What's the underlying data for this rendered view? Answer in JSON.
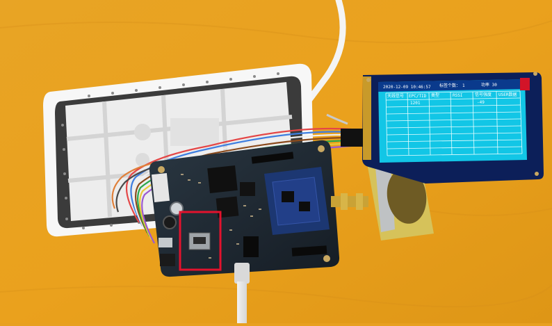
{
  "screen": {
    "status_line": {
      "datetime": "2020-12-09 10:46:57",
      "label": "标签个数：",
      "count": "1",
      "mode": "功率 30"
    },
    "table_headers": [
      "天线信号",
      "EPC/TID",
      "类型",
      "RSSI",
      "信号强度",
      "USER数据"
    ],
    "first_row": [
      "",
      "1201",
      "",
      "",
      "-49",
      ""
    ]
  },
  "colors": {
    "desk": "#e8a020",
    "screen_frame": "#0c1f59",
    "screen_table": "#12c6e6",
    "pcb": "#1f2a35",
    "highlight_box": "#e3122d"
  }
}
